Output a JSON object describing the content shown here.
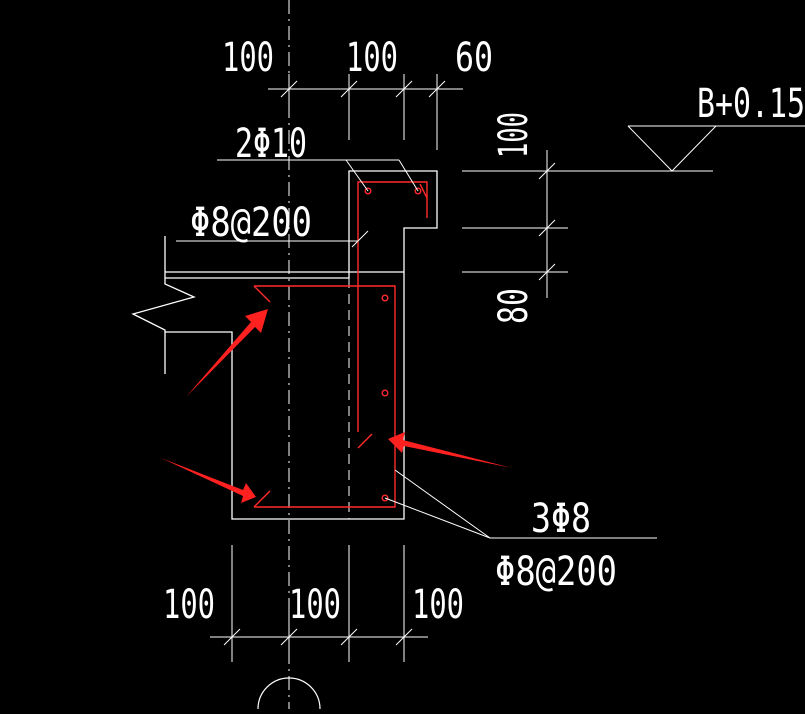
{
  "colors": {
    "background": "#000000",
    "line": "#ffffff",
    "rebar": "#ff2a2a",
    "arrow": "#ff2020"
  },
  "dims_top": [
    "100",
    "100",
    "60"
  ],
  "dims_bottom": [
    "100",
    "100",
    "100"
  ],
  "dims_right": [
    "100",
    "80"
  ],
  "elevation": "B+0.15",
  "rebar_labels": {
    "top_bars": "2Φ10",
    "top_stirrup": "Φ8@200",
    "side_bars": "3Φ8",
    "side_stirrup": "Φ8@200"
  }
}
